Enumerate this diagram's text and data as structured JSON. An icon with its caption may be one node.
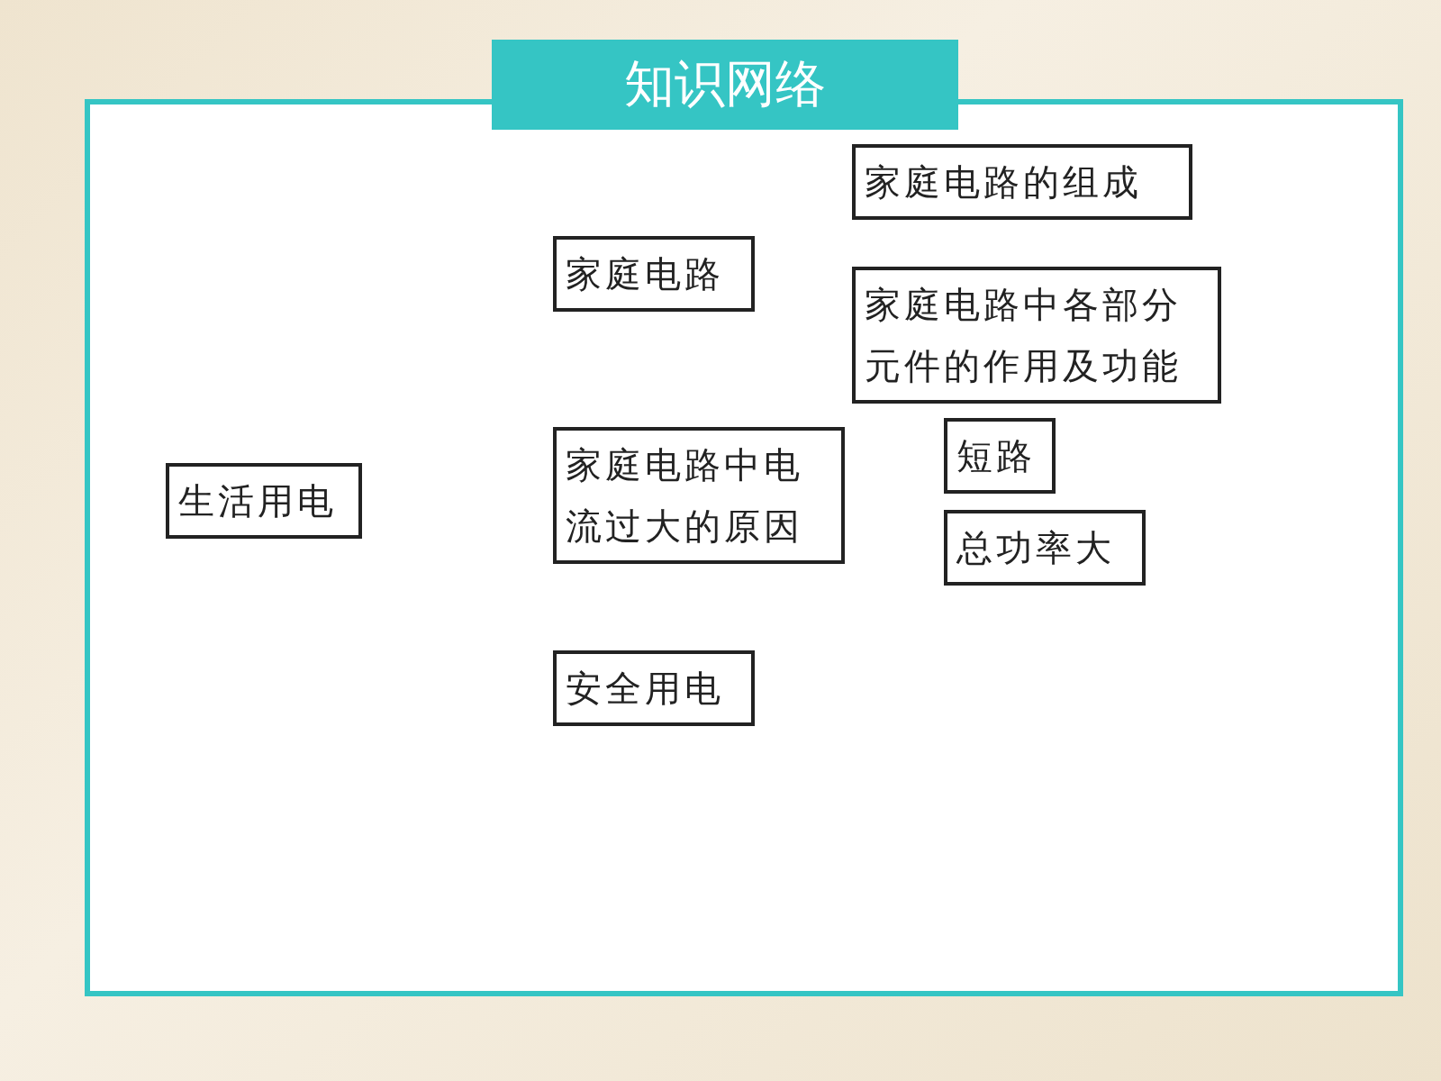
{
  "diagram": {
    "title": "知识网络",
    "nodes": [
      {
        "text": [
          "生活用电"
        ]
      },
      {
        "text": [
          "家庭电路"
        ]
      },
      {
        "text": [
          "家庭电路中电流过大的原因"
        ]
      },
      {
        "text": [
          "安全用电"
        ]
      },
      {
        "text": [
          "家庭电路的组成"
        ]
      },
      {
        "text": [
          "家庭电路中各部分元件的作用及功能"
        ]
      },
      {
        "text": [
          "短路"
        ]
      },
      {
        "text": [
          "总功率大"
        ]
      }
    ]
  }
}
